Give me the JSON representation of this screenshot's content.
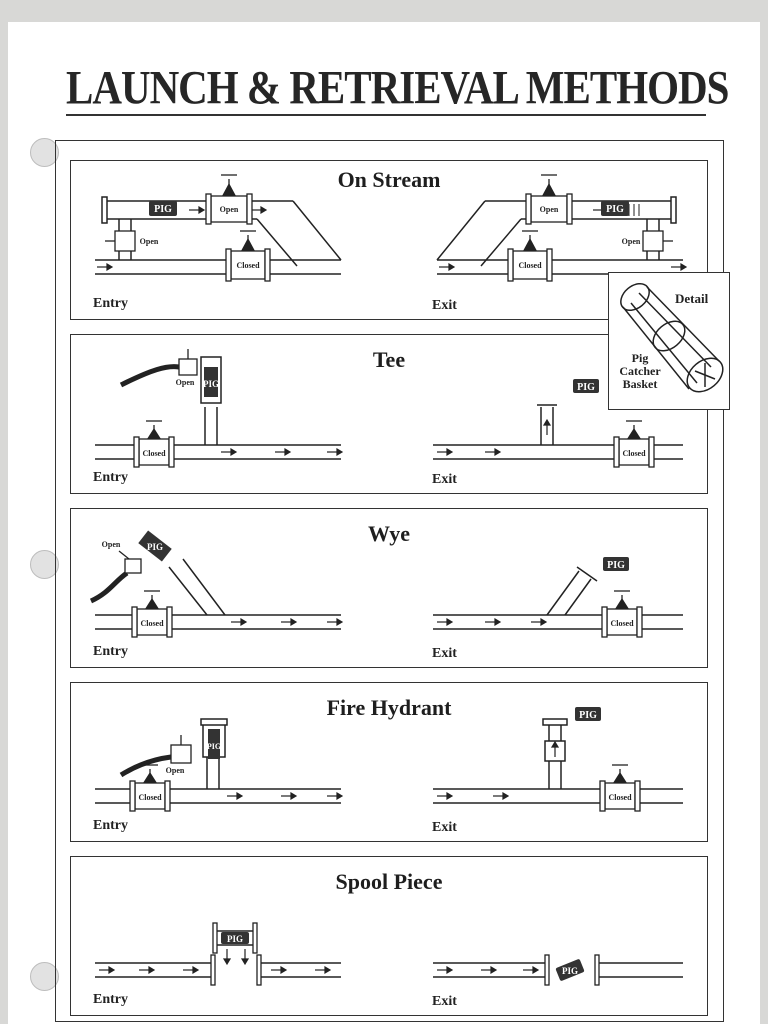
{
  "title": "LAUNCH & RETRIEVAL METHODS",
  "pig_label": "PIG",
  "valve_states": {
    "open": "Open",
    "closed": "Closed"
  },
  "sections": [
    {
      "title": "On Stream",
      "entry_label": "Entry",
      "exit_label": "Exit"
    },
    {
      "title": "Tee",
      "entry_label": "Entry",
      "exit_label": "Exit"
    },
    {
      "title": "Wye",
      "entry_label": "Entry",
      "exit_label": "Exit"
    },
    {
      "title": "Fire Hydrant",
      "entry_label": "Entry",
      "exit_label": "Exit"
    },
    {
      "title": "Spool Piece",
      "entry_label": "Entry",
      "exit_label": "Exit"
    }
  ],
  "detail": {
    "title": "Detail",
    "caption": "Pig Catcher Basket"
  },
  "icons": [
    "gate-valve-icon",
    "pig-icon",
    "flow-arrow-icon",
    "hose-icon",
    "pig-catcher-basket-icon"
  ],
  "colors": {
    "ink": "#222222",
    "paper": "#ffffff",
    "background": "#d8d8d6"
  }
}
